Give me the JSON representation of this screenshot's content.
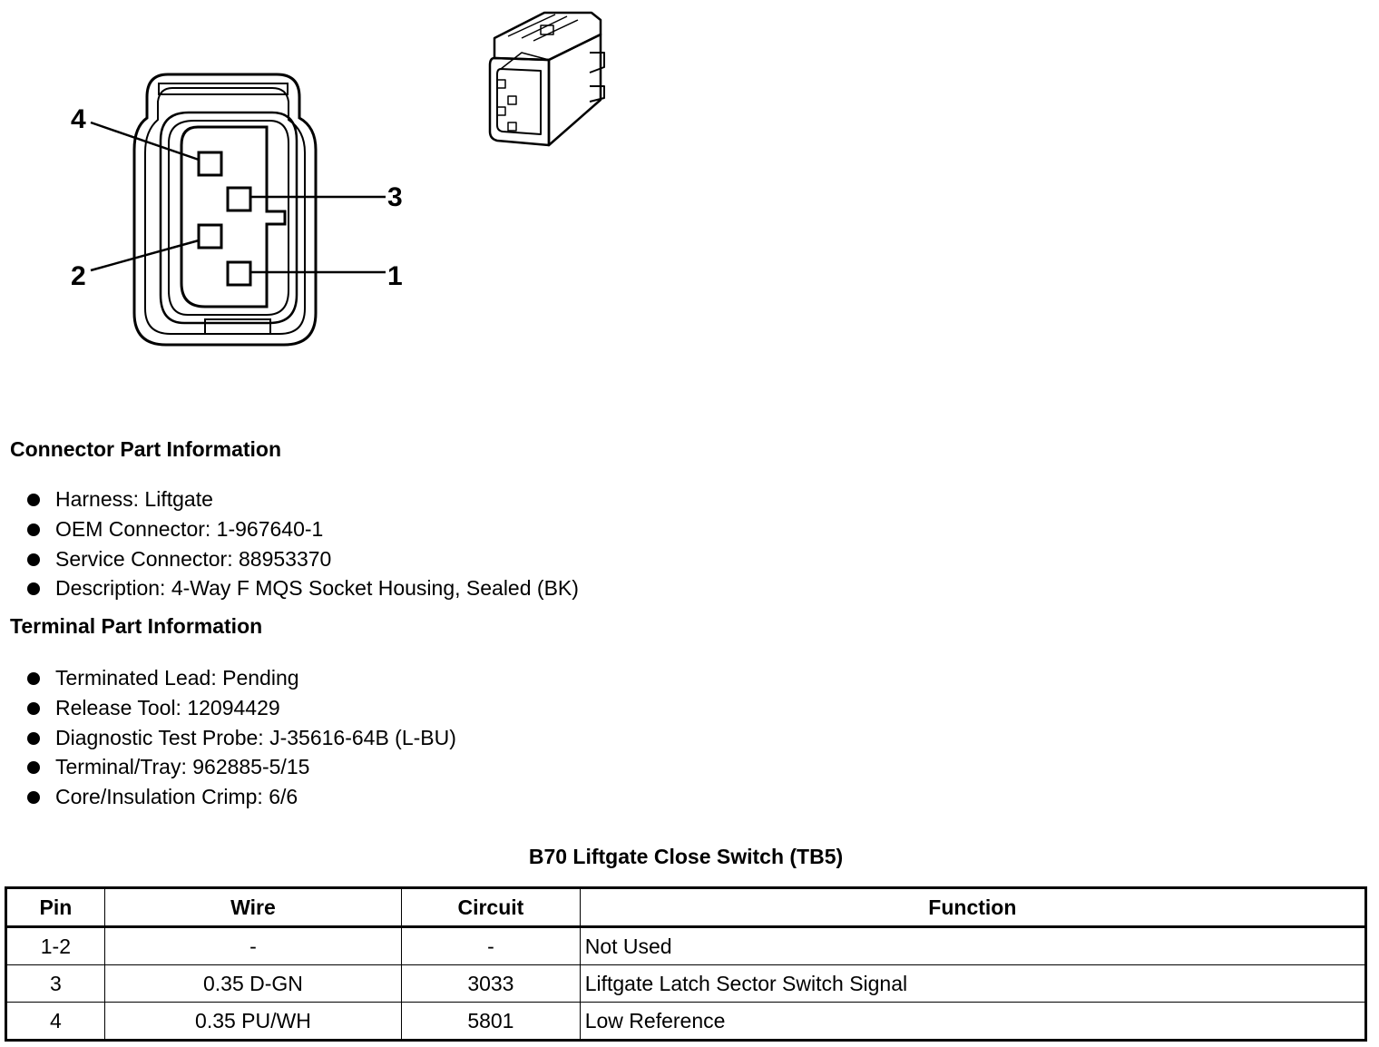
{
  "diagram": {
    "pin_labels": [
      "4",
      "3",
      "2",
      "1"
    ]
  },
  "connector_info": {
    "title": "Connector Part Information",
    "items": [
      "Harness: Liftgate",
      "OEM Connector: 1-967640-1",
      "Service Connector: 88953370",
      "Description: 4-Way F MQS Socket Housing, Sealed (BK)"
    ]
  },
  "terminal_info": {
    "title": "Terminal Part Information",
    "items": [
      "Terminated Lead: Pending",
      "Release Tool: 12094429",
      "Diagnostic Test Probe: J-35616-64B (L-BU)",
      "Terminal/Tray: 962885-5/15",
      "Core/Insulation Crimp: 6/6"
    ]
  },
  "table": {
    "title": "B70 Liftgate Close Switch (TB5)",
    "headers": [
      "Pin",
      "Wire",
      "Circuit",
      "Function"
    ],
    "rows": [
      [
        "1-2",
        "-",
        "-",
        "Not Used"
      ],
      [
        "3",
        "0.35 D-GN",
        "3033",
        "Liftgate Latch Sector Switch Signal"
      ],
      [
        "4",
        "0.35 PU/WH",
        "5801",
        "Low Reference"
      ]
    ]
  }
}
